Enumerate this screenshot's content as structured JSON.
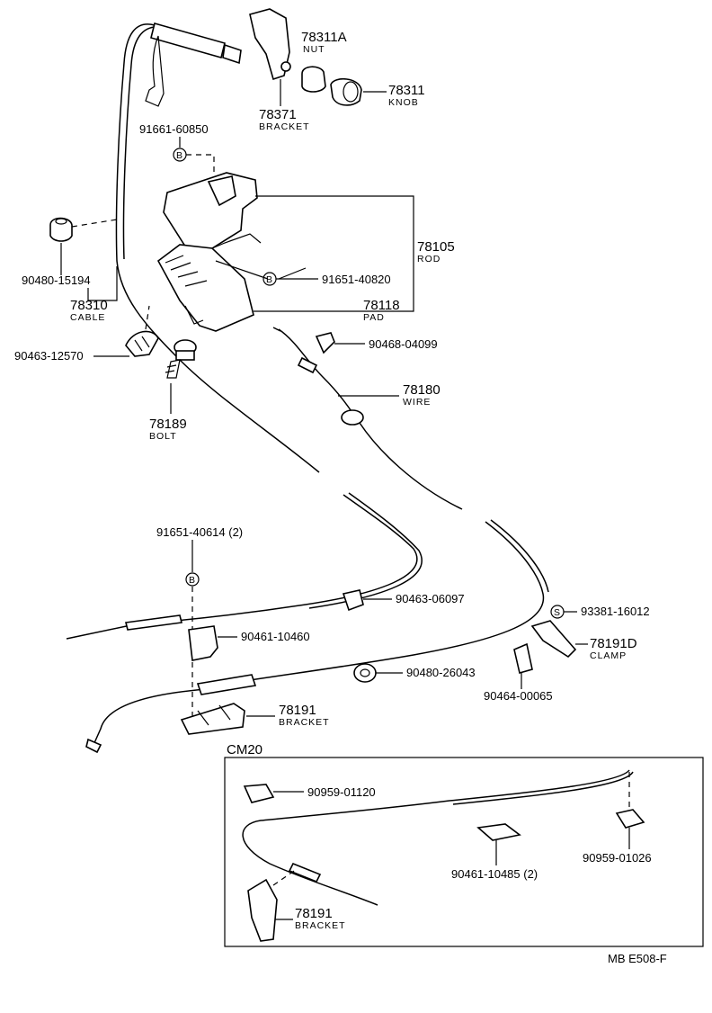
{
  "parts": {
    "p78311A": {
      "number": "78311A",
      "name": "NUT"
    },
    "p78311": {
      "number": "78311",
      "name": "KNOB"
    },
    "p78371": {
      "number": "78371",
      "name": "BRACKET"
    },
    "p91661": {
      "number": "91661-60850"
    },
    "p90480a": {
      "number": "90480-15194"
    },
    "p78310": {
      "number": "78310",
      "name": "CABLE"
    },
    "p78105": {
      "number": "78105",
      "name": "ROD"
    },
    "p91651a": {
      "number": "91651-40820"
    },
    "p78118": {
      "number": "78118",
      "name": "PAD"
    },
    "p90463a": {
      "number": "90463-12570"
    },
    "p90468": {
      "number": "90468-04099"
    },
    "p78180": {
      "number": "78180",
      "name": "WIRE"
    },
    "p78189": {
      "number": "78189",
      "name": "BOLT"
    },
    "p91651b": {
      "number": "91651-40614 (2)"
    },
    "p90463b": {
      "number": "90463-06097"
    },
    "p93381": {
      "number": "93381-16012"
    },
    "p90461a": {
      "number": "90461-10460"
    },
    "p78191D": {
      "number": "78191D",
      "name": "CLAMP"
    },
    "p90480b": {
      "number": "90480-26043"
    },
    "p90464": {
      "number": "90464-00065"
    },
    "p78191": {
      "number": "78191",
      "name": "BRACKET"
    },
    "p90959a": {
      "number": "90959-01120"
    },
    "p90461b": {
      "number": "90461-10485 (2)"
    },
    "p90959b": {
      "number": "90959-01026"
    },
    "p78191b": {
      "number": "78191",
      "name": "BRACKET"
    }
  },
  "markers": {
    "b": "B",
    "s": "S"
  },
  "inset": {
    "title": "CM20"
  },
  "footer": {
    "code": "MB  E508-F"
  }
}
